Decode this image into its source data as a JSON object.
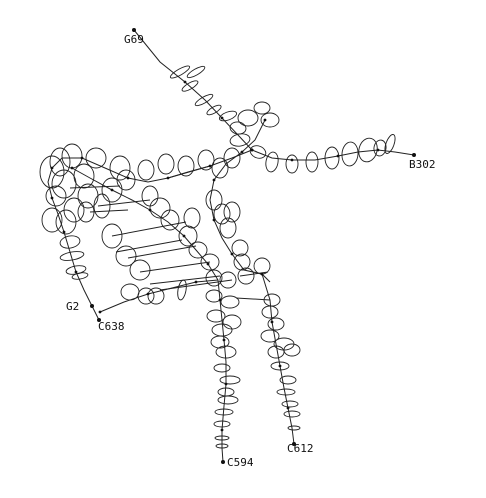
{
  "figure": {
    "background": "#ffffff",
    "ink": "#222222",
    "labels": [
      {
        "id": "G69",
        "text": "G69"
      },
      {
        "id": "B302",
        "text": "B302"
      },
      {
        "id": "G2",
        "text": "G2"
      },
      {
        "id": "C638",
        "text": "C638"
      },
      {
        "id": "C594",
        "text": "C594"
      },
      {
        "id": "C612",
        "text": "C612"
      }
    ]
  }
}
